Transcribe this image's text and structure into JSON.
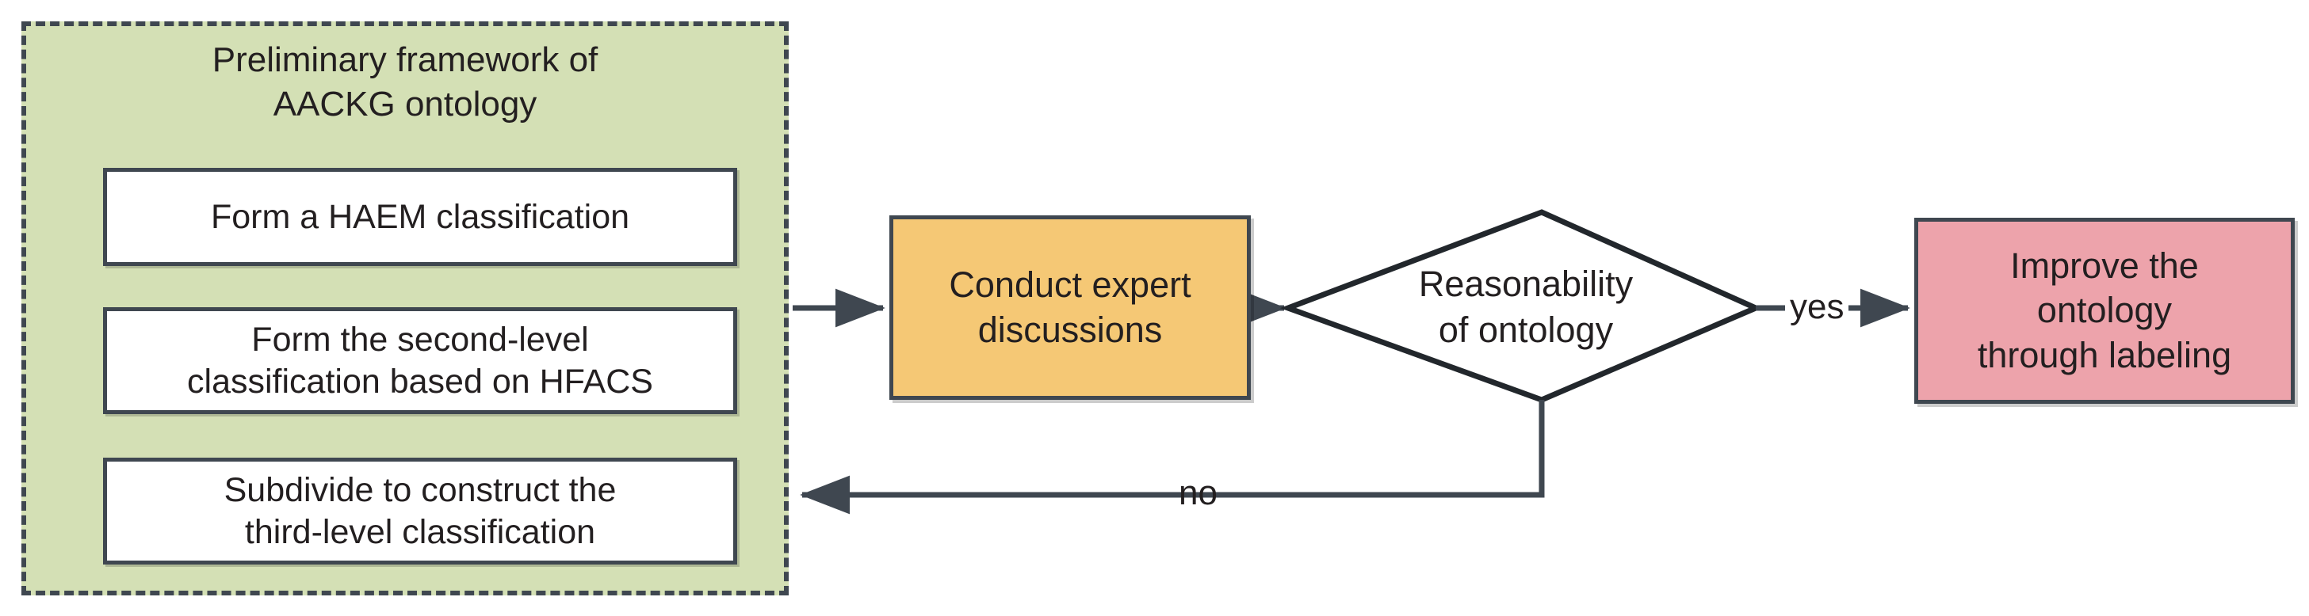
{
  "diagram": {
    "title": "AACKG ontology construction flowchart",
    "colors": {
      "group_fill": "#d4e0b5",
      "group_border": "#3f4750",
      "process_fill": "#f5c875",
      "result_fill": "#eda3ab",
      "box_fill": "#ffffff",
      "stroke": "#3f4750",
      "text": "#231f20"
    },
    "group": {
      "label": "Preliminary framework of\nAACKG ontology",
      "steps": [
        {
          "id": "step-haem",
          "label": "Form a HAEM classification"
        },
        {
          "id": "step-second-level",
          "label": "Form the second-level\nclassification based on HFACS"
        },
        {
          "id": "step-third-level",
          "label": "Subdivide to construct the\nthird-level classification"
        }
      ]
    },
    "nodes": {
      "expert": {
        "label": "Conduct expert\ndiscussions",
        "shape": "rectangle",
        "fill": "#f5c875"
      },
      "decision": {
        "label": "Reasonability\nof  ontology",
        "shape": "diamond",
        "fill": "#ffffff"
      },
      "improve": {
        "label": "Improve the\nontology\nthrough labeling",
        "shape": "rectangle",
        "fill": "#eda3ab"
      }
    },
    "edges": {
      "group_to_expert": {
        "label": ""
      },
      "expert_to_decision": {
        "label": ""
      },
      "decision_yes": {
        "label": "yes"
      },
      "decision_no": {
        "label": "no"
      },
      "step1_to_step2": {
        "label": ""
      },
      "step2_to_step3": {
        "label": ""
      }
    }
  }
}
